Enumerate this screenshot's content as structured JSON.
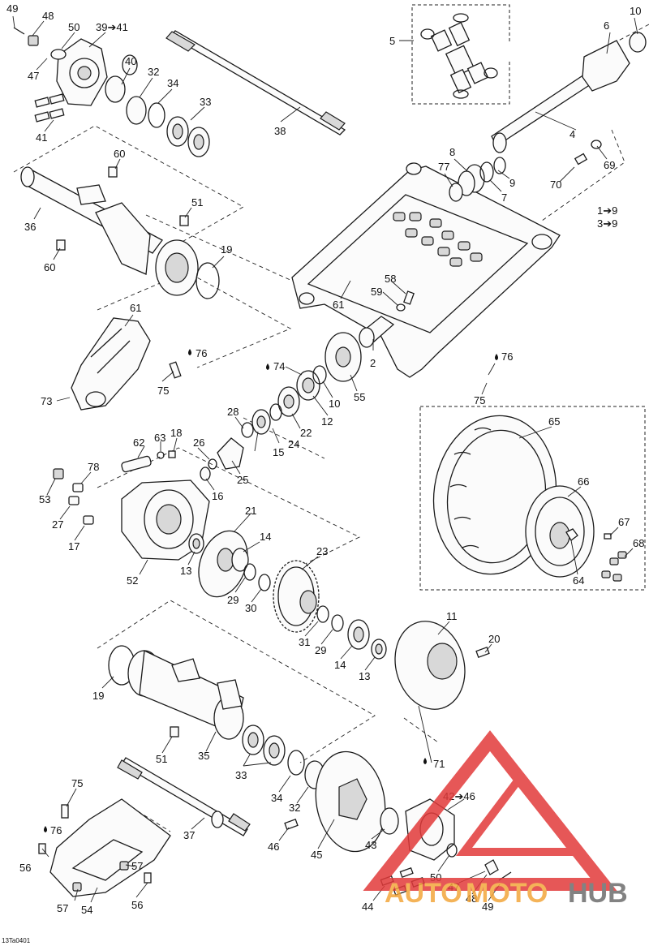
{
  "diagram_code": "13Ta0401",
  "watermark": {
    "text_part1": "AUTO",
    "text_part2": "MOTO",
    "text_part3": "HUB",
    "color_red": "#e23a3a",
    "color_orange": "#f3a63b",
    "color_gray": "#6d6d6d"
  },
  "callouts": {
    "c1": "49",
    "c2": "48",
    "c3": "50",
    "c4": "39➔41",
    "c5": "47",
    "c6": "40",
    "c7": "32",
    "c8": "34",
    "c9": "33",
    "c10": "41",
    "c11": "38",
    "c12": "60",
    "c13": "36",
    "c14": "60",
    "c15": "51",
    "c16": "19",
    "c17": "61",
    "c18": "61",
    "c19": "76",
    "c20": "75",
    "c21": "73",
    "c22": "5",
    "c23": "6",
    "c24": "10",
    "c25": "4",
    "c26": "8",
    "c27": "77",
    "c28": "9",
    "c29": "7",
    "c30": "69",
    "c31": "70",
    "c32": "1➔9",
    "c33": "3➔9",
    "c34": "58",
    "c35": "59",
    "c36": "2",
    "c37": "74",
    "c38": "10",
    "c39": "55",
    "c40": "12",
    "c41": "22",
    "c42": "24",
    "c43": "15",
    "c44": "28",
    "c45": "25",
    "c46": "26",
    "c47": "16",
    "c48": "63",
    "c49": "18",
    "c50": "62",
    "c51": "78",
    "c52": "53",
    "c53": "27",
    "c54": "17",
    "c55": "52",
    "c56": "13",
    "c57": "21",
    "c58": "14",
    "c59": "29",
    "c60": "30",
    "c61": "23",
    "c62": "76",
    "c63": "75",
    "c64": "65",
    "c65": "66",
    "c66": "67",
    "c67": "68",
    "c68": "64",
    "c69": "11",
    "c70": "20",
    "c71": "31",
    "c72": "29",
    "c73": "14",
    "c74": "13",
    "c75": "19",
    "c76": "51",
    "c77": "35",
    "c78": "33",
    "c79": "34",
    "c80": "32",
    "c81": "71",
    "c82": "42➔46",
    "c83": "37",
    "c84": "75",
    "c85": "76",
    "c86": "56",
    "c87": "57",
    "c88": "57",
    "c89": "54",
    "c90": "56",
    "c91": "46",
    "c92": "45",
    "c93": "43",
    "c94": "50",
    "c95": "47",
    "c96": "48",
    "c97": "49",
    "c98": "44"
  }
}
